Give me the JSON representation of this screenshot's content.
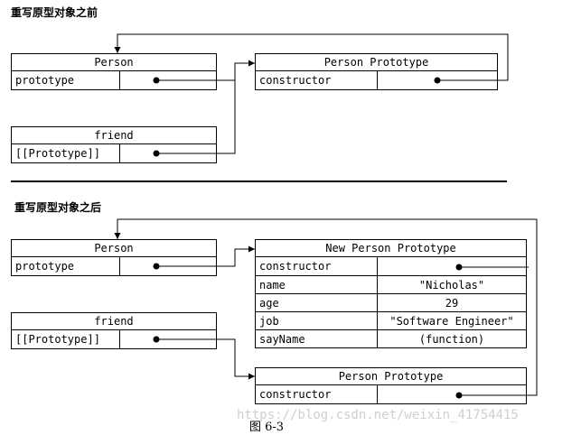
{
  "before": {
    "heading": "重写原型对象之前",
    "person": {
      "title": "Person",
      "key": "prototype"
    },
    "proto": {
      "title": "Person Prototype",
      "key": "constructor"
    },
    "friend": {
      "title": "friend",
      "key": "[[Prototype]]"
    }
  },
  "after": {
    "heading": "重写原型对象之后",
    "person": {
      "title": "Person",
      "key": "prototype"
    },
    "friend": {
      "title": "friend",
      "key": "[[Prototype]]"
    },
    "new_proto": {
      "title": "New Person Prototype",
      "rows": [
        {
          "key": "constructor",
          "value": ""
        },
        {
          "key": "name",
          "value": "\"Nicholas\""
        },
        {
          "key": "age",
          "value": "29"
        },
        {
          "key": "job",
          "value": "\"Software Engineer\""
        },
        {
          "key": "sayName",
          "value": "(function)"
        }
      ]
    },
    "old_proto": {
      "title": "Person Prototype",
      "key": "constructor"
    }
  },
  "caption": "图  6-3",
  "watermark": "https://blog.csdn.net/weixin_41754415"
}
